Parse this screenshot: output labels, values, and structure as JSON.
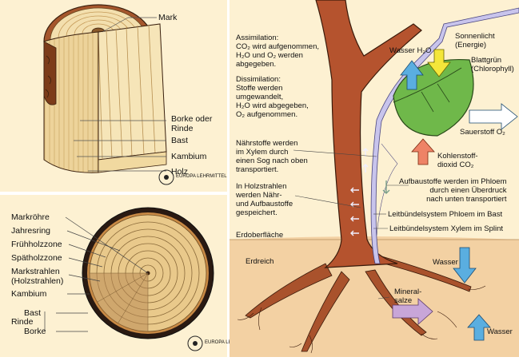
{
  "wood_section": {
    "labels": {
      "mark": "Mark",
      "borke": "Borke oder\nRinde",
      "bast": "Bast",
      "kambium": "Kambium",
      "holz": "Holz"
    },
    "logo": "EUROPA LEHRMITTEL"
  },
  "trunk_section": {
    "labels": {
      "markroehre": "Markröhre",
      "jahresring": "Jahresring",
      "fruehholz": "Frühholzzone",
      "spaetholz": "Spätholzzone",
      "markstrahlen": "Markstrahlen\n(Holzstrahlen)",
      "kambium": "Kambium",
      "rinde": "Rinde",
      "bast": "Bast",
      "borke": "Borke"
    },
    "logo": "EUROPA LEHRMITTEL"
  },
  "tree_panel": {
    "assimilation": "Assimilation:\nCO₂ wird aufgenommen,\nH₂O und O₂ werden\nabgegeben.",
    "dissimilation": "Dissimilation:\nStoffe werden\numgewandelt,\nH₂O wird abgegeben,\nO₂ aufgenommen.",
    "naehrstoffe": "Nährstoffe werden\nim Xylem durch\neinen Sog nach oben\ntransportiert.",
    "holzstrahlen": "In Holzstrahlen\nwerden Nähr-\nund Aufbaustoffe\ngespeichert.",
    "erdoberflaeche": "Erdoberfläche",
    "erdreich": "Erdreich",
    "sonnenlicht": "Sonnenlicht\n(Energie)",
    "wasser_h2o": "Wasser H₂O",
    "blattgruen": "Blattgrün\n(Chlorophyll)",
    "sauerstoff": "Sauerstoff O₂",
    "kohlenstoff": "Kohlenstoff-\ndioxid CO₂",
    "aufbaustoffe": "Aufbaustoffe werden im Phloem\ndurch einen Überdruck\nnach unten transportiert",
    "phloem": "Leitbündelsystem Phloem im Bast",
    "xylem": "Leitbündelsystem Xylem im Splint",
    "wasser_root": "Wasser",
    "mineralsalze": "Mineral-\nsalze",
    "wasser_bottom": "Wasser"
  },
  "colors": {
    "panel_bg": "#fdf1d2",
    "bark": "#b5532e",
    "wood": "#e8c785",
    "soil": "#f3d1a3",
    "leaf": "#6fb84a",
    "arrow_blue": "#5aaee0",
    "arrow_yellow": "#f4e63a",
    "arrow_red": "#ee8366",
    "vessel": "#c8c4ec"
  }
}
